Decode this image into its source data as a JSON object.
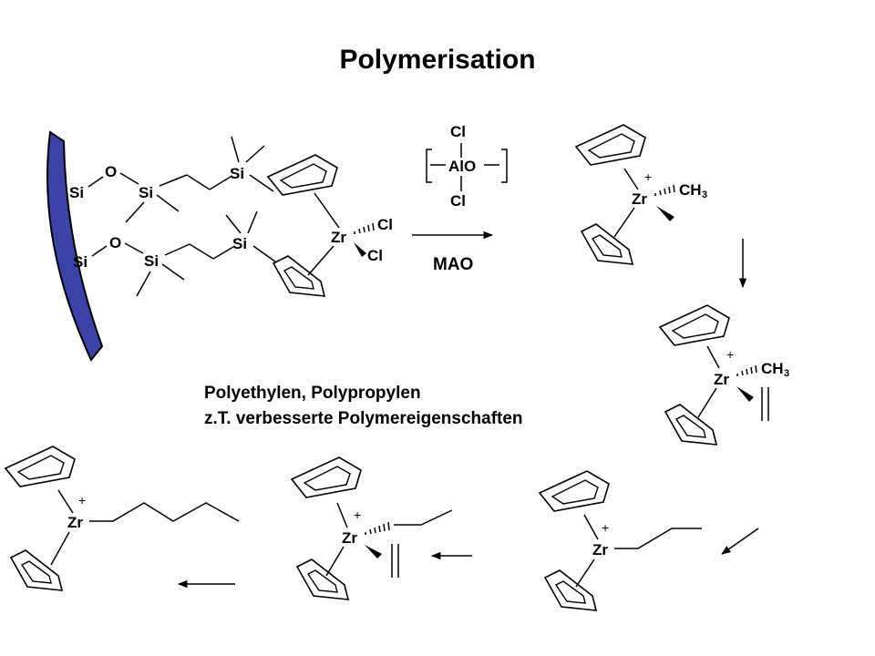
{
  "title": "Polymerisation",
  "support_color": "#3b43a6",
  "atoms": {
    "si": "Si",
    "o": "O",
    "zr": "Zr",
    "cl": "Cl",
    "al": "Al",
    "ch": "CH",
    "three": "3",
    "plus": "+"
  },
  "mao": {
    "label": "MAO",
    "cl_top": "Cl",
    "cl_bottom": "Cl",
    "alo": "AlO"
  },
  "caption": {
    "line1": "Polyethylen, Polypropylen",
    "line2": "z.T. verbesserte Polymereigenschaften"
  }
}
